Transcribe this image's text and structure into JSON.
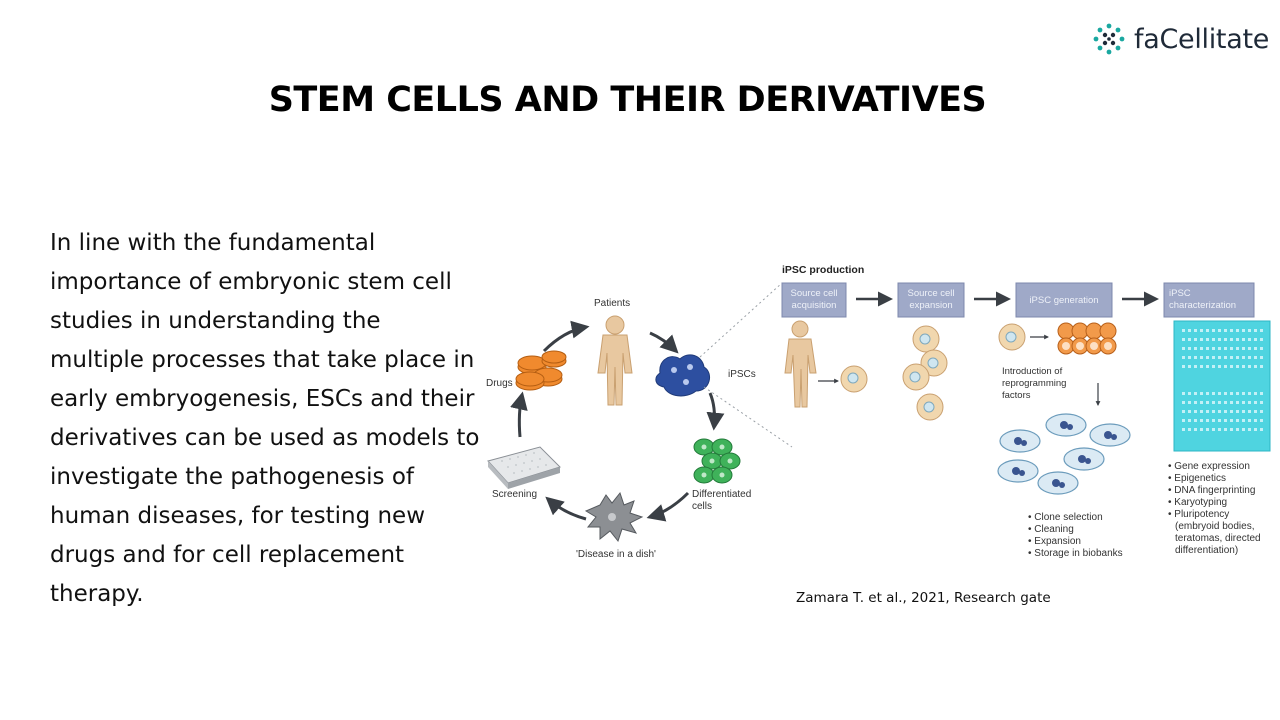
{
  "brand": {
    "name": "faCellitate"
  },
  "slide": {
    "title": "STEM CELLS AND THEIR DERIVATIVES",
    "paragraph": "In line with the fundamental importance of embryonic stem cell studies in understanding the multiple processes that take place in early embryogenesis, ESCs and their derivatives can be used as models to investigate the pathogenesis of human diseases, for testing new drugs and for cell replacement therapy.",
    "citation": "Zamara T. et al., 2021, Research gate"
  },
  "diagram": {
    "cycle": {
      "patients": "Patients",
      "ipscs": "iPSCs",
      "differentiated": [
        "Differentiated",
        "cells"
      ],
      "disease": "'Disease in a dish'",
      "screening": "Screening",
      "drugs": "Drugs"
    },
    "production": {
      "title": "iPSC production",
      "steps": [
        [
          "Source cell",
          "acquisition"
        ],
        [
          "Source cell",
          "expansion"
        ],
        [
          "iPSC generation"
        ],
        [
          "iPSC",
          "characterization"
        ]
      ],
      "reprogramming": [
        "Introduction of",
        "reprogramming",
        "factors"
      ],
      "generation_bullets": [
        "Clone selection",
        "Cleaning",
        "Expansion",
        "Storage in biobanks"
      ],
      "characterization_bullets": [
        "Gene expression",
        "Epigenetics",
        "DNA fingerprinting",
        "Karyotyping",
        "Pluripotency",
        "(embryoid bodies,",
        "teratomas, directed",
        "differentiation)"
      ]
    }
  }
}
